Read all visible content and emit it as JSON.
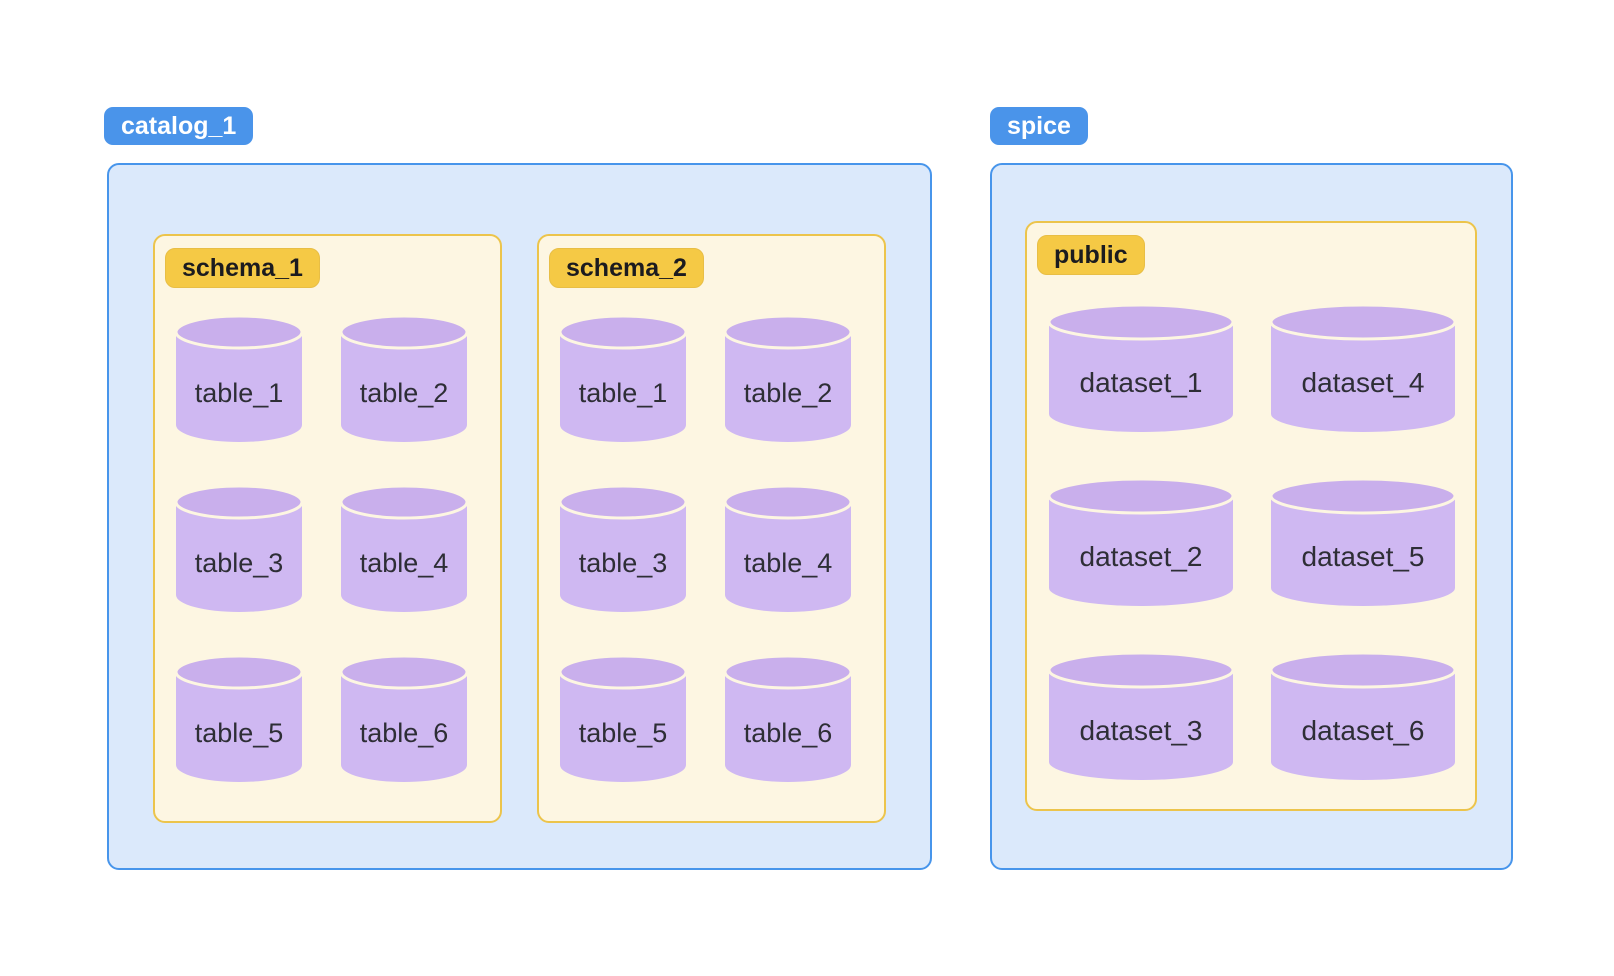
{
  "colors": {
    "badge_blue_bg": "#4A94EA",
    "badge_blue_text": "#FFFFFF",
    "container_blue_bg": "#DBE9FB",
    "container_blue_border": "#4795EB",
    "badge_yellow_bg": "#F5C945",
    "badge_yellow_text": "#1B1B1F",
    "container_yellow_bg": "#FDF6E2",
    "container_yellow_border": "#ECC44B",
    "cylinder_body_fill": "#CFB8F2",
    "cylinder_top_fill": "#C9AFEC",
    "cylinder_top_stroke": "#FDF6E2",
    "cylinder_label_text": "#2E2E36"
  },
  "catalogs": [
    {
      "label": "catalog_1",
      "schemas": [
        {
          "label": "schema_1",
          "rows": [
            [
              "table_1",
              "table_2"
            ],
            [
              "table_3",
              "table_4"
            ],
            [
              "table_5",
              "table_6"
            ]
          ]
        },
        {
          "label": "schema_2",
          "rows": [
            [
              "table_1",
              "table_2"
            ],
            [
              "table_3",
              "table_4"
            ],
            [
              "table_5",
              "table_6"
            ]
          ]
        }
      ]
    },
    {
      "label": "spice",
      "schemas": [
        {
          "label": "public",
          "rows": [
            [
              "dataset_1",
              "dataset_4"
            ],
            [
              "dataset_2",
              "dataset_5"
            ],
            [
              "dataset_3",
              "dataset_6"
            ]
          ]
        }
      ]
    }
  ]
}
